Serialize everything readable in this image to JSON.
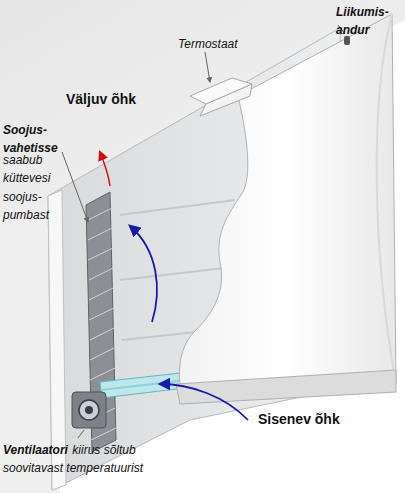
{
  "diagram": {
    "labels": [
      "Termostaat",
      "Liikumis- andur",
      "Väljuv õhk",
      "Soojus- vahetisse",
      "saabub küttevesi soojus- pumbast",
      "Sisenev õhk",
      "Ventilaatori",
      "kiirus sõltub soovitavast temperatuurist"
    ]
  }
}
